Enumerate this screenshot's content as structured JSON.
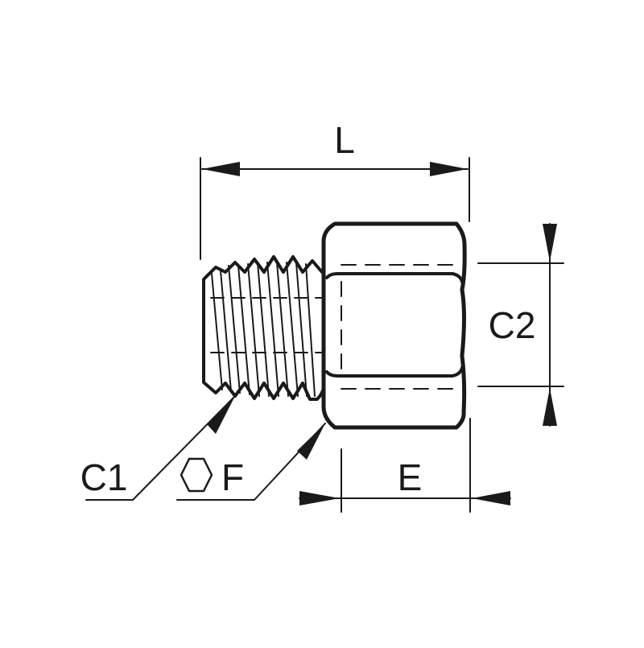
{
  "diagram": {
    "colors": {
      "stroke": "#1a1a1a",
      "background": "#ffffff"
    },
    "labels": {
      "length": "L",
      "thread_male": "C1",
      "thread_female": "C2",
      "hex_icon": "hexagon-icon",
      "hex_size": "F",
      "hex_width": "E"
    }
  }
}
